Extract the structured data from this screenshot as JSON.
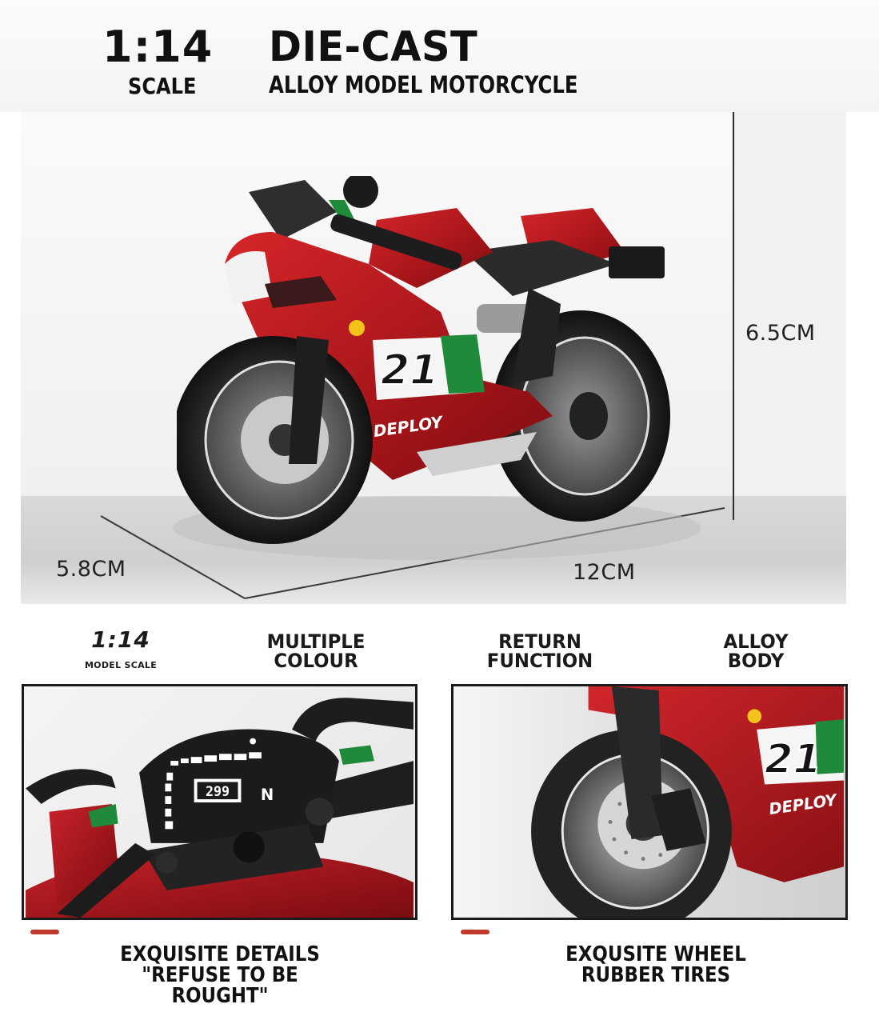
{
  "header": {
    "scale_ratio": "1:14",
    "scale_label": "SCALE",
    "title": "DIE-CAST",
    "subtitle": "ALLOY MODEL MOTORCYCLE"
  },
  "hero": {
    "dimensions": {
      "height": "6.5CM",
      "width": "5.8CM",
      "length": "12CM"
    },
    "model_decals": {
      "race_number": "21",
      "sponsor": "DEPLOY"
    }
  },
  "features": [
    {
      "title": "1:14",
      "subtitle": "MODEL SCALE"
    },
    {
      "line1": "MULTIPLE",
      "line2": "COLOUR"
    },
    {
      "line1": "RETURN",
      "line2": "FUNCTION"
    },
    {
      "line1": "ALLOY",
      "line2": "BODY"
    }
  ],
  "panels": [
    {
      "dash_speed": "299",
      "dash_gear": "N",
      "caption_line1": "EXQUISITE DETAILS",
      "caption_line2": "\"REFUSE TO BE ROUGHT\""
    },
    {
      "race_number": "21",
      "sponsor": "DEPLOY",
      "caption_line1": "EXQUSITE WHEEL",
      "caption_line2": "RUBBER TIRES"
    }
  ],
  "colors": {
    "body_red": "#b3161b",
    "accent_green": "#1f8a3a",
    "accent_bar": "#c0392b",
    "text": "#111111"
  }
}
